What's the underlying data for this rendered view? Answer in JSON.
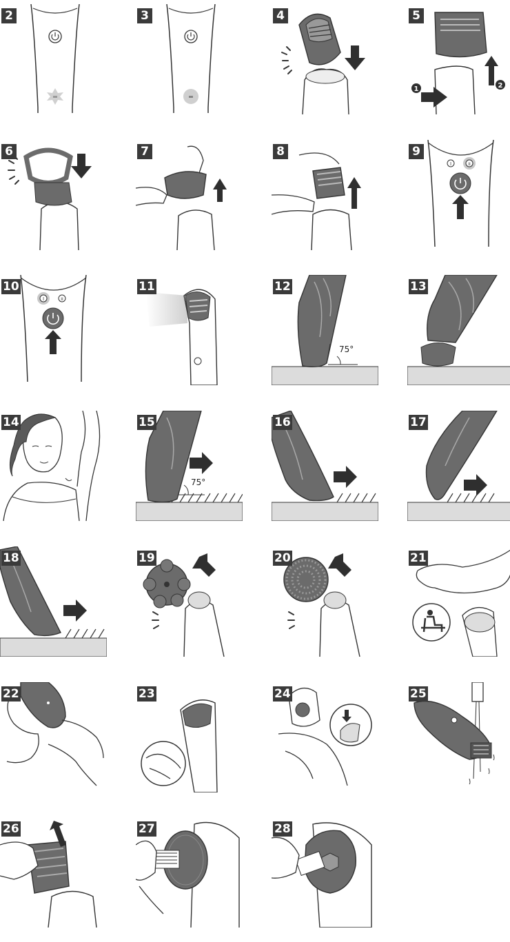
{
  "steps": [
    {
      "number": "2"
    },
    {
      "number": "3"
    },
    {
      "number": "4"
    },
    {
      "number": "5"
    },
    {
      "number": "6"
    },
    {
      "number": "7"
    },
    {
      "number": "8"
    },
    {
      "number": "9"
    },
    {
      "number": "10"
    },
    {
      "number": "11"
    },
    {
      "number": "12"
    },
    {
      "number": "13"
    },
    {
      "number": "14"
    },
    {
      "number": "15"
    },
    {
      "number": "16"
    },
    {
      "number": "17"
    },
    {
      "number": "18"
    },
    {
      "number": "19"
    },
    {
      "number": "20"
    },
    {
      "number": "21"
    },
    {
      "number": "22"
    },
    {
      "number": "23"
    },
    {
      "number": "24"
    },
    {
      "number": "25"
    },
    {
      "number": "26"
    },
    {
      "number": "27"
    },
    {
      "number": "28"
    }
  ],
  "callouts": {
    "step5_first": "1",
    "step5_second": "2",
    "speed_low": "I",
    "speed_high": "II",
    "angle_12": "75°",
    "angle_15": "75°"
  },
  "colors": {
    "device_dark": "#6b6b6b",
    "arrow": "#2f2f2f",
    "outline": "#333333",
    "surface": "#dcdcdc",
    "highlight": "#c8c8c8"
  }
}
